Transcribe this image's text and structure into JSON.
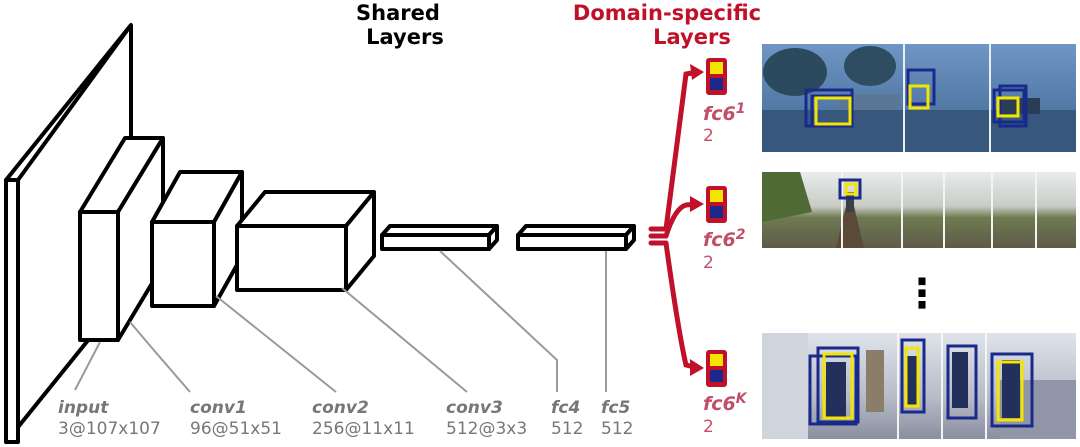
{
  "headers": {
    "shared_line1": "Shared",
    "shared_line2": "Layers",
    "domain_line1": "Domain-specific",
    "domain_line2": "Layers"
  },
  "layers": [
    {
      "name": "input",
      "dims": "3@107x107"
    },
    {
      "name": "conv1",
      "dims": "96@51x51"
    },
    {
      "name": "conv2",
      "dims": "256@11x11"
    },
    {
      "name": "conv3",
      "dims": "512@3x3"
    },
    {
      "name": "fc4",
      "dims": "512"
    },
    {
      "name": "fc5",
      "dims": "512"
    }
  ],
  "branches": [
    {
      "base": "fc6",
      "sup": "1",
      "dims": "2"
    },
    {
      "base": "fc6",
      "sup": "2",
      "dims": "2"
    },
    {
      "base": "fc6",
      "sup": "K",
      "dims": "2"
    }
  ],
  "ellipsis": "⋮",
  "colors": {
    "accent_red": "#c0102a",
    "label_gray": "#777777",
    "box_yellow": "#f2e600",
    "box_navy": "#1a2a8a"
  }
}
